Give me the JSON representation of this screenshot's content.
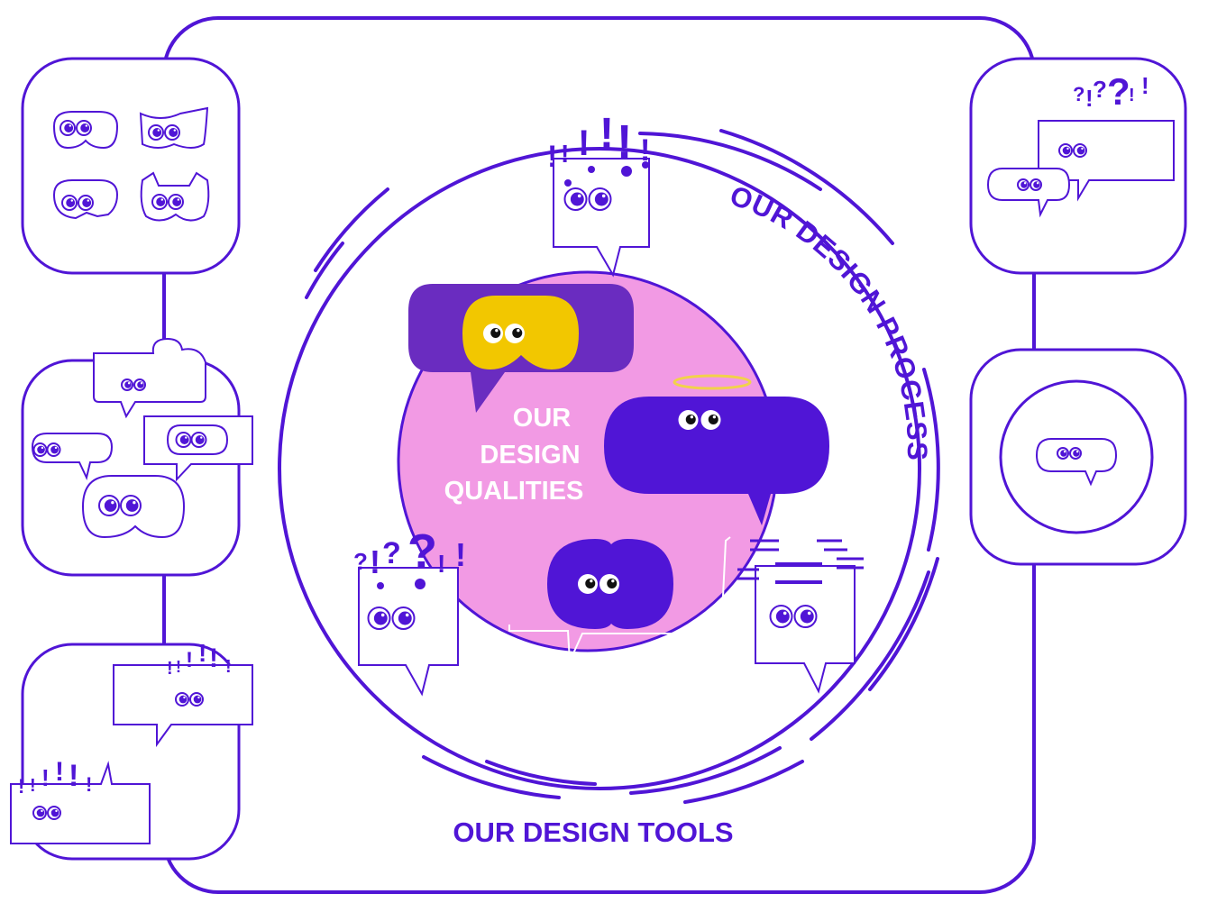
{
  "colors": {
    "primary": "#5015d6",
    "deep_purple": "#6a2cc0",
    "pink": "#f29ae4",
    "yellow": "#f2c700",
    "halo": "#f2d24a",
    "white": "#ffffff",
    "pupil": "#111111"
  },
  "labels": {
    "qualities_line1": "OUR",
    "qualities_line2": "DESIGN",
    "qualities_line3": "QUALITIES",
    "process": "OUR DESIGN PROCESS",
    "tools": "OUR DESIGN TOOLS"
  },
  "marks": {
    "q1": "?!??!!",
    "q2": "?!??!!",
    "q_exclaim": "!",
    "q_question": "?"
  }
}
